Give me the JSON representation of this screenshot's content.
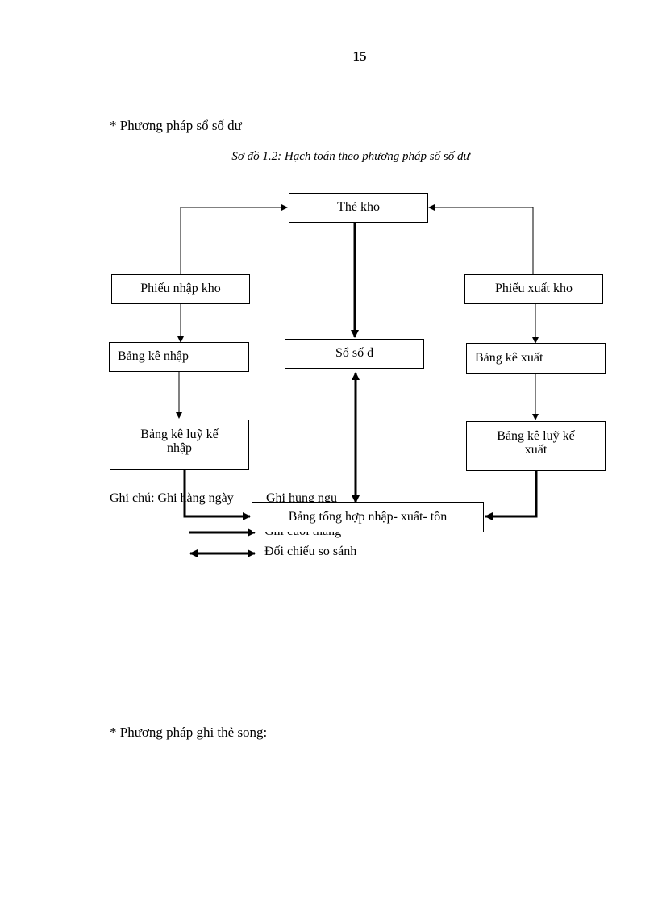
{
  "page_number": "15",
  "section1_heading": "* Phương pháp sổ số dư",
  "diagram_caption": "Sơ đồ 1.2: Hạch toán theo phương pháp sổ số dư",
  "boxes": {
    "the_kho": "Thẻ kho",
    "phieu_nhap_kho": "Phiếu nhập kho",
    "phieu_xuat_kho": "Phiếu xuất kho",
    "bang_ke_nhap": "Bảng kê nhập",
    "so_so_du": "Sổ số d",
    "bang_ke_xuat": "Bảng kê xuất",
    "bang_ke_luy_ke_nhap": "Bảng kê luỹ kế nhập",
    "bang_ke_luy_ke_xuat": "Bảng kê luỹ kế xuất",
    "bang_tong_hop": "Bảng tổng hợp nhập- xuất- tồn"
  },
  "legend": {
    "ghi_chu_label": "Ghi chú: Ghi hàng ngày",
    "ghi_hang_ngay": "Ghi hung ngu",
    "ghi_cuoi_thang": "Ghi cuối tháng",
    "doi_chieu": "Đối chiếu so sánh"
  },
  "section2_heading": "* Phương pháp ghi thẻ song:"
}
